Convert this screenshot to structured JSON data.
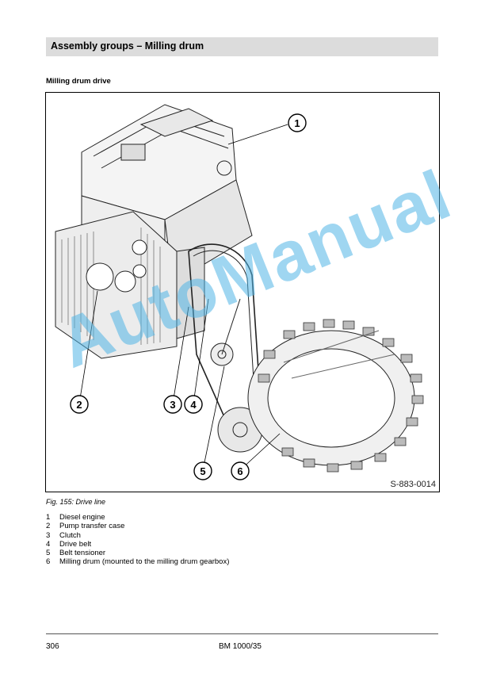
{
  "section": {
    "title": "Assembly groups – Milling drum"
  },
  "subheading": "Milling drum drive",
  "figure": {
    "code": "S-883-0014",
    "caption": "Fig.  155: Drive line",
    "callouts": [
      "1",
      "2",
      "3",
      "4",
      "5",
      "6"
    ],
    "watermark": "AutoManual"
  },
  "legend": [
    {
      "num": "1",
      "text": "Diesel engine"
    },
    {
      "num": "2",
      "text": "Pump transfer case"
    },
    {
      "num": "3",
      "text": "Clutch"
    },
    {
      "num": "4",
      "text": "Drive belt"
    },
    {
      "num": "5",
      "text": "Belt tensioner"
    },
    {
      "num": "6",
      "text": "Milling drum (mounted to the milling drum gearbox)"
    }
  ],
  "footer": {
    "page_number": "306",
    "doc_id": "BM 1000/35"
  }
}
